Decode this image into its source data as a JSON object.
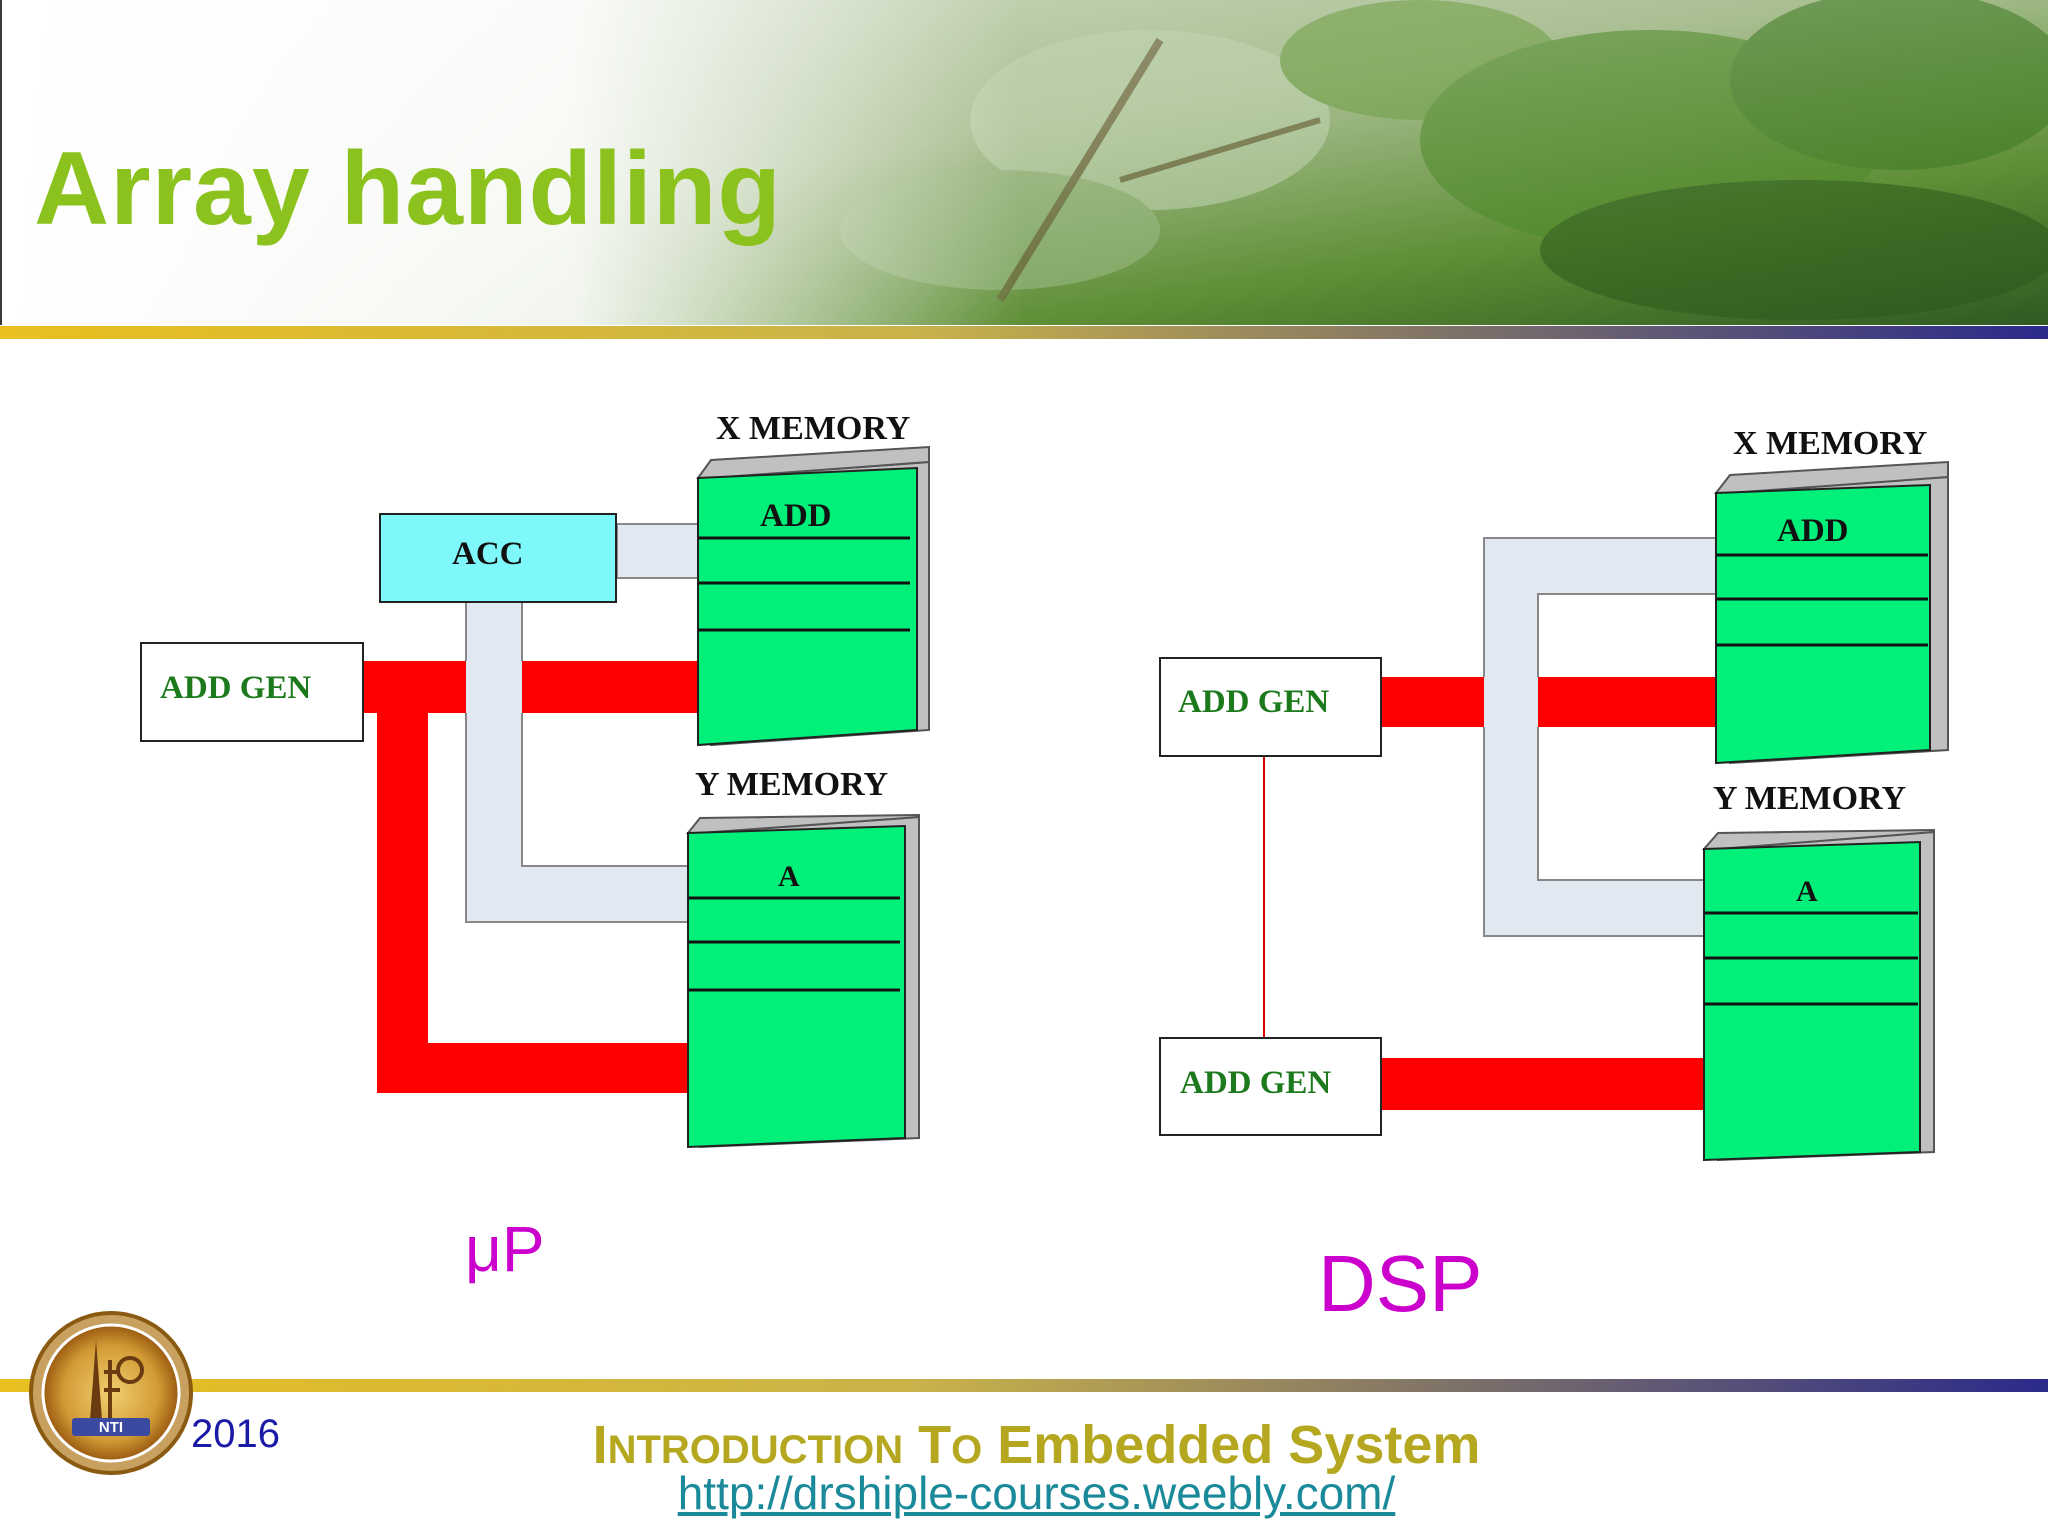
{
  "slide": {
    "title": "Array handling"
  },
  "diagram_up": {
    "x_memory_label": "X MEMORY",
    "y_memory_label": "Y MEMORY",
    "x_memory_first_cell": "ADD",
    "y_memory_first_cell": "A",
    "acc_label": "ACC",
    "add_gen_label": "ADD GEN",
    "caption": "μP"
  },
  "diagram_dsp": {
    "x_memory_label": "X MEMORY",
    "y_memory_label": "Y MEMORY",
    "x_memory_first_cell": "ADD",
    "y_memory_first_cell": "A",
    "add_gen_top_label": "ADD GEN",
    "add_gen_bottom_label": "ADD GEN",
    "caption": "DSP"
  },
  "footer": {
    "year": "2016",
    "title_part1_initial": "I",
    "title_part1_rest": "NTRODUCTION",
    "title_part2_initial": "T",
    "title_part2_rest": "O",
    "title_part3": "Embedded System",
    "url": "http://drshiple-courses.weebly.com/",
    "logo_text": "NTI"
  },
  "colors": {
    "title_green": "#8cc21d",
    "memory_green": "#00f07a",
    "acc_cyan": "#7ff8fb",
    "bus_red": "#ff0000",
    "bus_light": "#e2e8f2",
    "caption_magenta": "#cc00cc",
    "footer_gold": "#b5a820"
  }
}
